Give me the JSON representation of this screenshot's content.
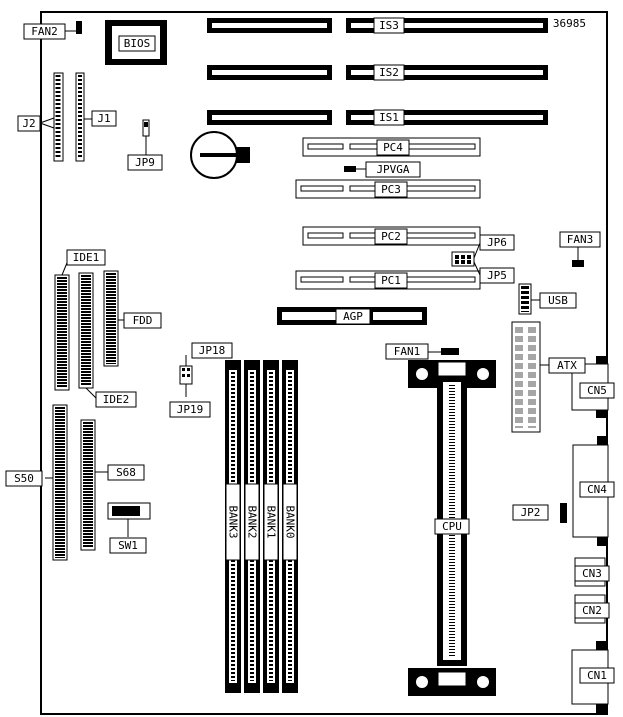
{
  "part_number": "36985",
  "labels": {
    "fan2": "FAN2",
    "bios": "BIOS",
    "j1": "J1",
    "j2": "J2",
    "jp9": "JP9",
    "is1": "IS1",
    "is2": "IS2",
    "is3": "IS3",
    "pc1": "PC1",
    "pc2": "PC2",
    "pc3": "PC3",
    "pc4": "PC4",
    "jpvga": "JPVGA",
    "jp5": "JP5",
    "jp6": "JP6",
    "fan3": "FAN3",
    "usb": "USB",
    "agp": "AGP",
    "ide1": "IDE1",
    "ide2": "IDE2",
    "fdd": "FDD",
    "jp18": "JP18",
    "jp19": "JP19",
    "fan1": "FAN1",
    "atx": "ATX",
    "cn1": "CN1",
    "cn2": "CN2",
    "cn3": "CN3",
    "cn4": "CN4",
    "cn5": "CN5",
    "jp2": "JP2",
    "cpu": "CPU",
    "s50": "S50",
    "s68": "S68",
    "sw1": "SW1",
    "bank0": "BANK0",
    "bank1": "BANK1",
    "bank2": "BANK2",
    "bank3": "BANK3"
  }
}
